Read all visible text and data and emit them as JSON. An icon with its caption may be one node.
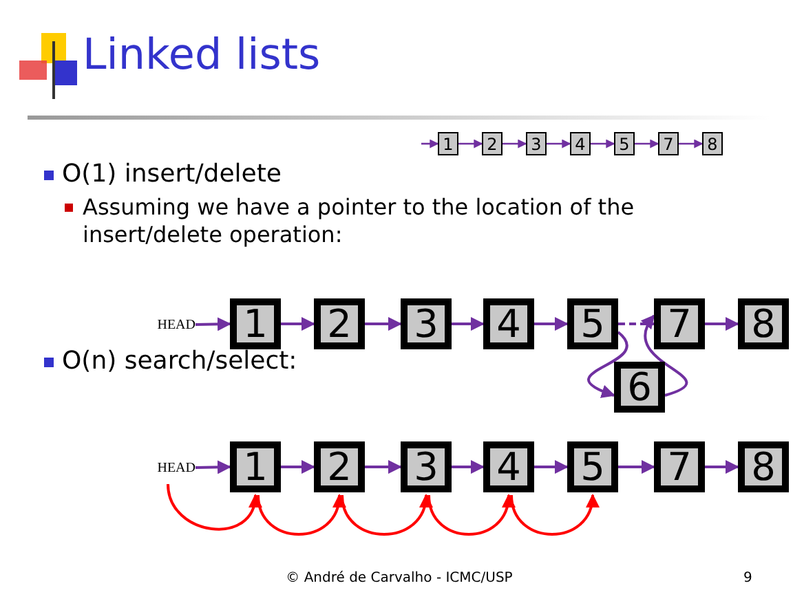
{
  "diagram": {
    "title": "Linked lists",
    "nodes": [
      {
        "text": [
          "1"
        ]
      },
      {
        "text": [
          "2"
        ]
      },
      {
        "text": [
          "3"
        ]
      },
      {
        "text": [
          "4"
        ]
      },
      {
        "text": [
          "5"
        ]
      },
      {
        "text": [
          "7"
        ]
      },
      {
        "text": [
          "8"
        ]
      },
      {
        "text": [
          "HEAD"
        ]
      },
      {
        "text": [
          "1"
        ]
      },
      {
        "text": [
          "2"
        ]
      },
      {
        "text": [
          "3"
        ]
      },
      {
        "text": [
          "4"
        ]
      },
      {
        "text": [
          "5"
        ]
      },
      {
        "text": [
          "7"
        ]
      },
      {
        "text": [
          "8"
        ]
      },
      {
        "text": [
          "6"
        ]
      },
      {
        "text": [
          "HEAD"
        ]
      },
      {
        "text": [
          "1"
        ]
      },
      {
        "text": [
          "2"
        ]
      },
      {
        "text": [
          "3"
        ]
      },
      {
        "text": [
          "4"
        ]
      },
      {
        "text": [
          "5"
        ]
      },
      {
        "text": [
          "7"
        ]
      },
      {
        "text": [
          "8"
        ]
      }
    ],
    "edges": [
      {
        "from": null,
        "to": 0,
        "arrow": "to"
      },
      {
        "from": 0,
        "to": 1,
        "arrow": "to"
      },
      {
        "from": 1,
        "to": 2,
        "arrow": "to"
      },
      {
        "from": 2,
        "to": 3,
        "arrow": "to"
      },
      {
        "from": 3,
        "to": 4,
        "arrow": "to"
      },
      {
        "from": 4,
        "to": 5,
        "arrow": "to"
      },
      {
        "from": 5,
        "to": 6,
        "arrow": "to"
      },
      {
        "from": 7,
        "to": 8,
        "arrow": "to"
      },
      {
        "from": 8,
        "to": 9,
        "arrow": "to"
      },
      {
        "from": 9,
        "to": 10,
        "arrow": "to"
      },
      {
        "from": 10,
        "to": 11,
        "arrow": "to"
      },
      {
        "from": 11,
        "to": 12,
        "arrow": "to"
      },
      {
        "from": 12,
        "to": 13,
        "arrow": "none",
        "style": "dashed"
      },
      {
        "from": 12,
        "to": 15,
        "arrow": "to"
      },
      {
        "from": 15,
        "to": 13,
        "arrow": "to"
      },
      {
        "from": 13,
        "to": 14,
        "arrow": "to"
      },
      {
        "from": 16,
        "to": 17,
        "arrow": "to"
      },
      {
        "from": 17,
        "to": 18,
        "arrow": "to"
      },
      {
        "from": 18,
        "to": 19,
        "arrow": "to"
      },
      {
        "from": 19,
        "to": 20,
        "arrow": "to"
      },
      {
        "from": 20,
        "to": 21,
        "arrow": "to"
      },
      {
        "from": 21,
        "to": 22,
        "arrow": "to"
      },
      {
        "from": 22,
        "to": 23,
        "arrow": "to"
      },
      {
        "from": 16,
        "to": 17,
        "arrow": "to",
        "color": "#ff0000"
      },
      {
        "from": 17,
        "to": 18,
        "arrow": "to",
        "color": "#ff0000"
      },
      {
        "from": 18,
        "to": 19,
        "arrow": "to",
        "color": "#ff0000"
      },
      {
        "from": 19,
        "to": 20,
        "arrow": "to",
        "color": "#ff0000"
      },
      {
        "from": 20,
        "to": 21,
        "arrow": "to",
        "color": "#ff0000"
      }
    ],
    "labels": [
      "O(1) insert/delete",
      "Assuming we have a pointer to the location of the insert/delete operation:",
      "O(n) search/select:",
      "© André de Carvalho - ICMC/USP",
      "9"
    ]
  }
}
